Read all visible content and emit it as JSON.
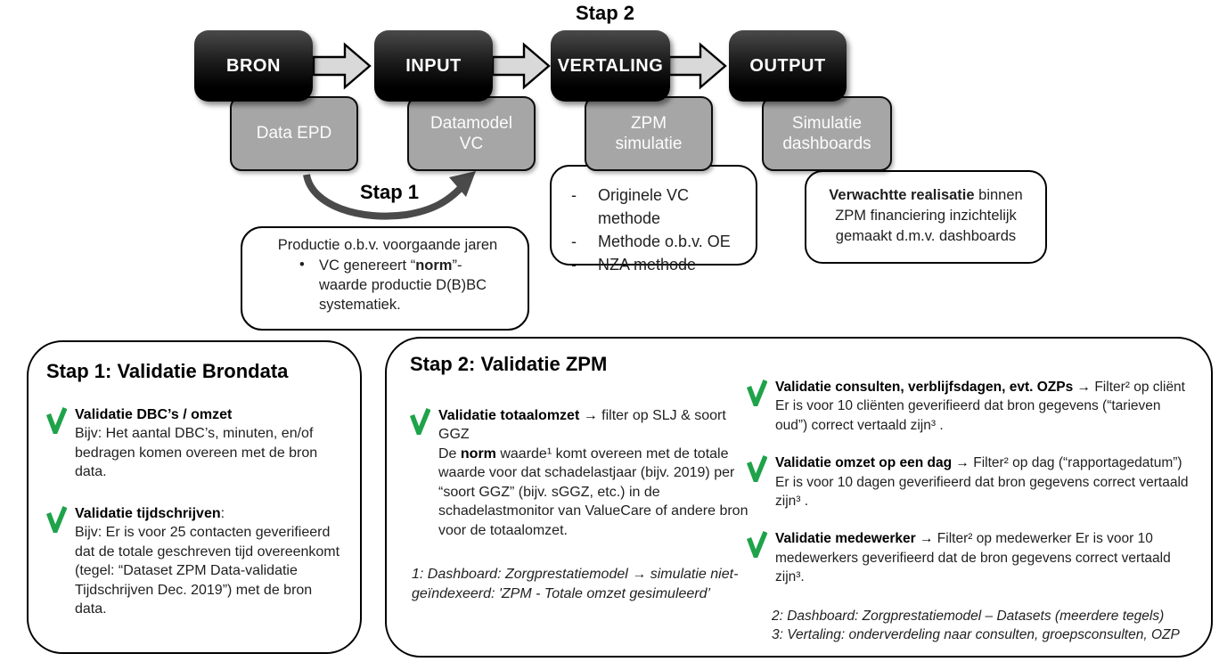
{
  "colors": {
    "check_green": "#1fa34a",
    "subbox_gray": "#a6a6a6",
    "flow_arrow_gray": "#d9d9d9",
    "stage_black": "#000000"
  },
  "labels": {
    "stap1": "Stap 1",
    "stap2": "Stap 2"
  },
  "flow": {
    "stages": [
      {
        "name": "BRON",
        "sub": "Data EPD"
      },
      {
        "name": "INPUT",
        "sub": "Datamodel\nVC"
      },
      {
        "name": "VERTALING",
        "sub": "ZPM\nsimulatie"
      },
      {
        "name": "OUTPUT",
        "sub": "Simulatie\ndashboards"
      }
    ]
  },
  "production_box": {
    "line1": "Productie o.b.v. voorgaande jaren",
    "bullet_char": "•",
    "bullet_pre": "VC genereert “",
    "bullet_bold": "norm",
    "bullet_post": "”-waarde productie D(B)BC systematiek."
  },
  "methods_box": {
    "marker": "-",
    "items": [
      "Originele VC methode",
      "Methode o.b.v. OE",
      "NZA methode"
    ]
  },
  "output_box": {
    "bold": "Verwachtte realisatie",
    "rest": " binnen ZPM financiering inzichtelijk gemaakt d.m.v. dashboards"
  },
  "step1_box": {
    "title": "Stap 1: Validatie Brondata",
    "items": [
      {
        "title": "Validatie DBC’s / omzet",
        "title_suffix": "",
        "body": "Bijv: Het aantal DBC’s, minuten, en/of bedragen komen overeen met de bron data."
      },
      {
        "title": "Validatie tijdschrijven",
        "title_suffix": ":",
        "body": "Bijv: Er is voor 25 contacten geverifieerd dat de totale geschreven tijd overeenkomt (tegel: “Dataset ZPM Data-validatie Tijdschrijven Dec. 2019”) met de bron data."
      }
    ]
  },
  "step2_box": {
    "title": "Stap 2: Validatie ZPM",
    "left_item": {
      "title": "Validatie totaalomzet",
      "arrow": " → ",
      "after": "filter op SLJ & soort GGZ",
      "body_pre": "De ",
      "body_bold": "norm",
      "body_post": " waarde¹ komt overeen met de totale waarde voor dat schadelastjaar (bijv. 2019) per “soort GGZ” (bijv. sGGZ, etc.) in de schadelastmonitor van ValueCare of andere bron voor de totaalomzet."
    },
    "left_footnote": {
      "pre": "1: Dashboard: Zorgprestatiemodel ",
      "arrow": "→",
      "rest": " simulatie niet-geïndexeerd: 'ZPM - Totale omzet gesimuleerd’"
    },
    "right_items": [
      {
        "title": "Validatie consulten, verblijfsdagen, evt. OZPs",
        "arrow": " → ",
        "rest": "Filter² op cliënt Er is voor 10 cliënten geverifieerd dat bron gegevens (“tarieven oud”) correct vertaald zijn³ ."
      },
      {
        "title": "Validatie omzet op een dag",
        "arrow": " → ",
        "rest": "Filter² op dag (“rapportagedatum”) Er is voor 10 dagen geverifieerd dat bron gegevens correct vertaald zijn³ ."
      },
      {
        "title": "Validatie medewerker",
        "arrow": " → ",
        "rest": "Filter² op medewerker Er is voor 10 medewerkers geverifieerd dat de bron gegevens correct vertaald zijn³."
      }
    ],
    "footnotes": [
      "2: Dashboard: Zorgprestatiemodel – Datasets (meerdere tegels)",
      "3: Vertaling: onderverdeling naar consulten, groepsconsulten, OZP"
    ]
  }
}
